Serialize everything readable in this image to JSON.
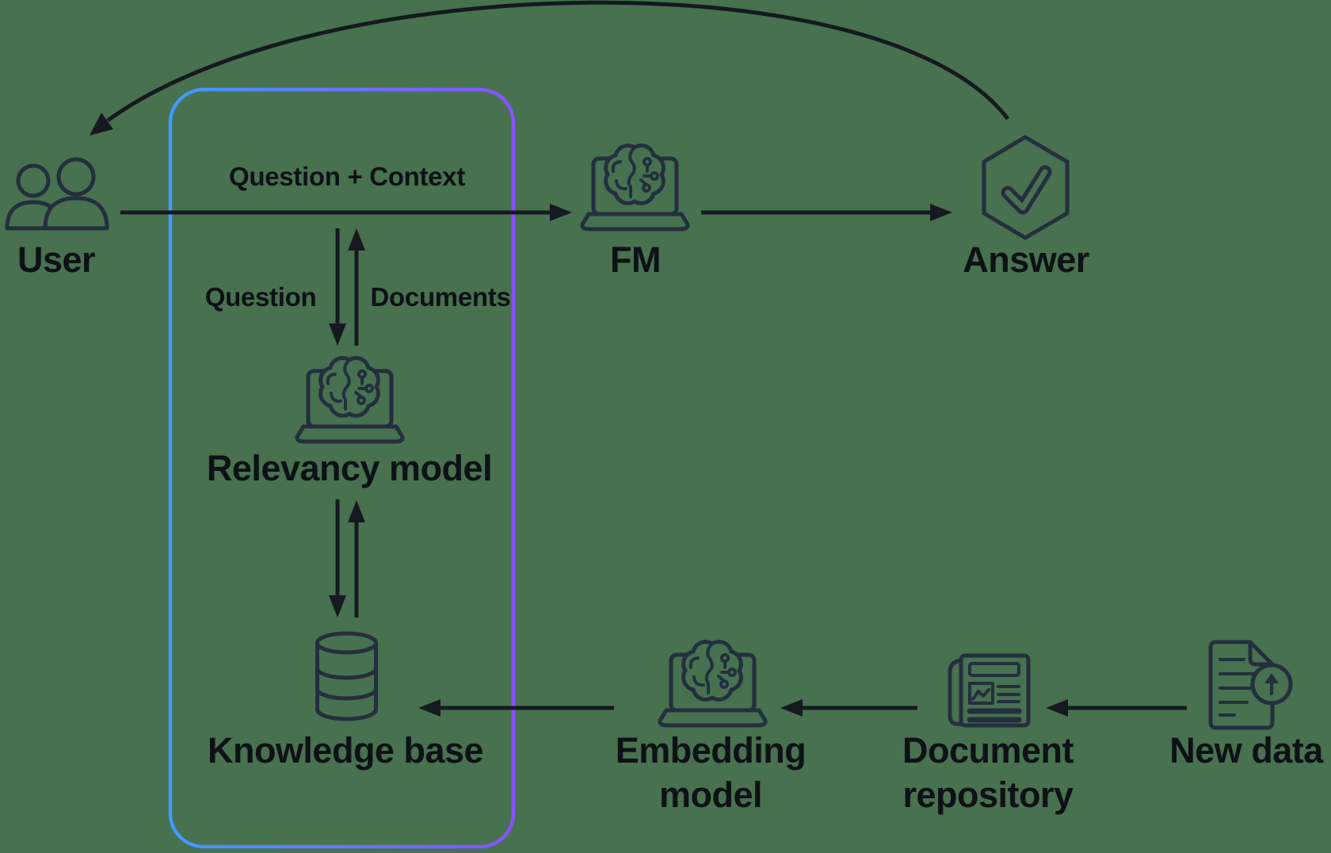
{
  "colors": {
    "background": "#47714F",
    "icon_stroke": "#232F3E",
    "text": "#0E1116",
    "arrow": "#16191F",
    "gradient_start": "#429BFF",
    "gradient_end": "#8951FF"
  },
  "nodes": {
    "user": "User",
    "fm": "FM",
    "answer": "Answer",
    "relevancy_model": "Relevancy model",
    "knowledge_base": "Knowledge base",
    "embedding_model": "Embedding model",
    "document_repository": "Document repository",
    "new_data": "New data"
  },
  "edge_labels": {
    "question_context": "Question + Context",
    "question": "Question",
    "documents": "Documents"
  }
}
